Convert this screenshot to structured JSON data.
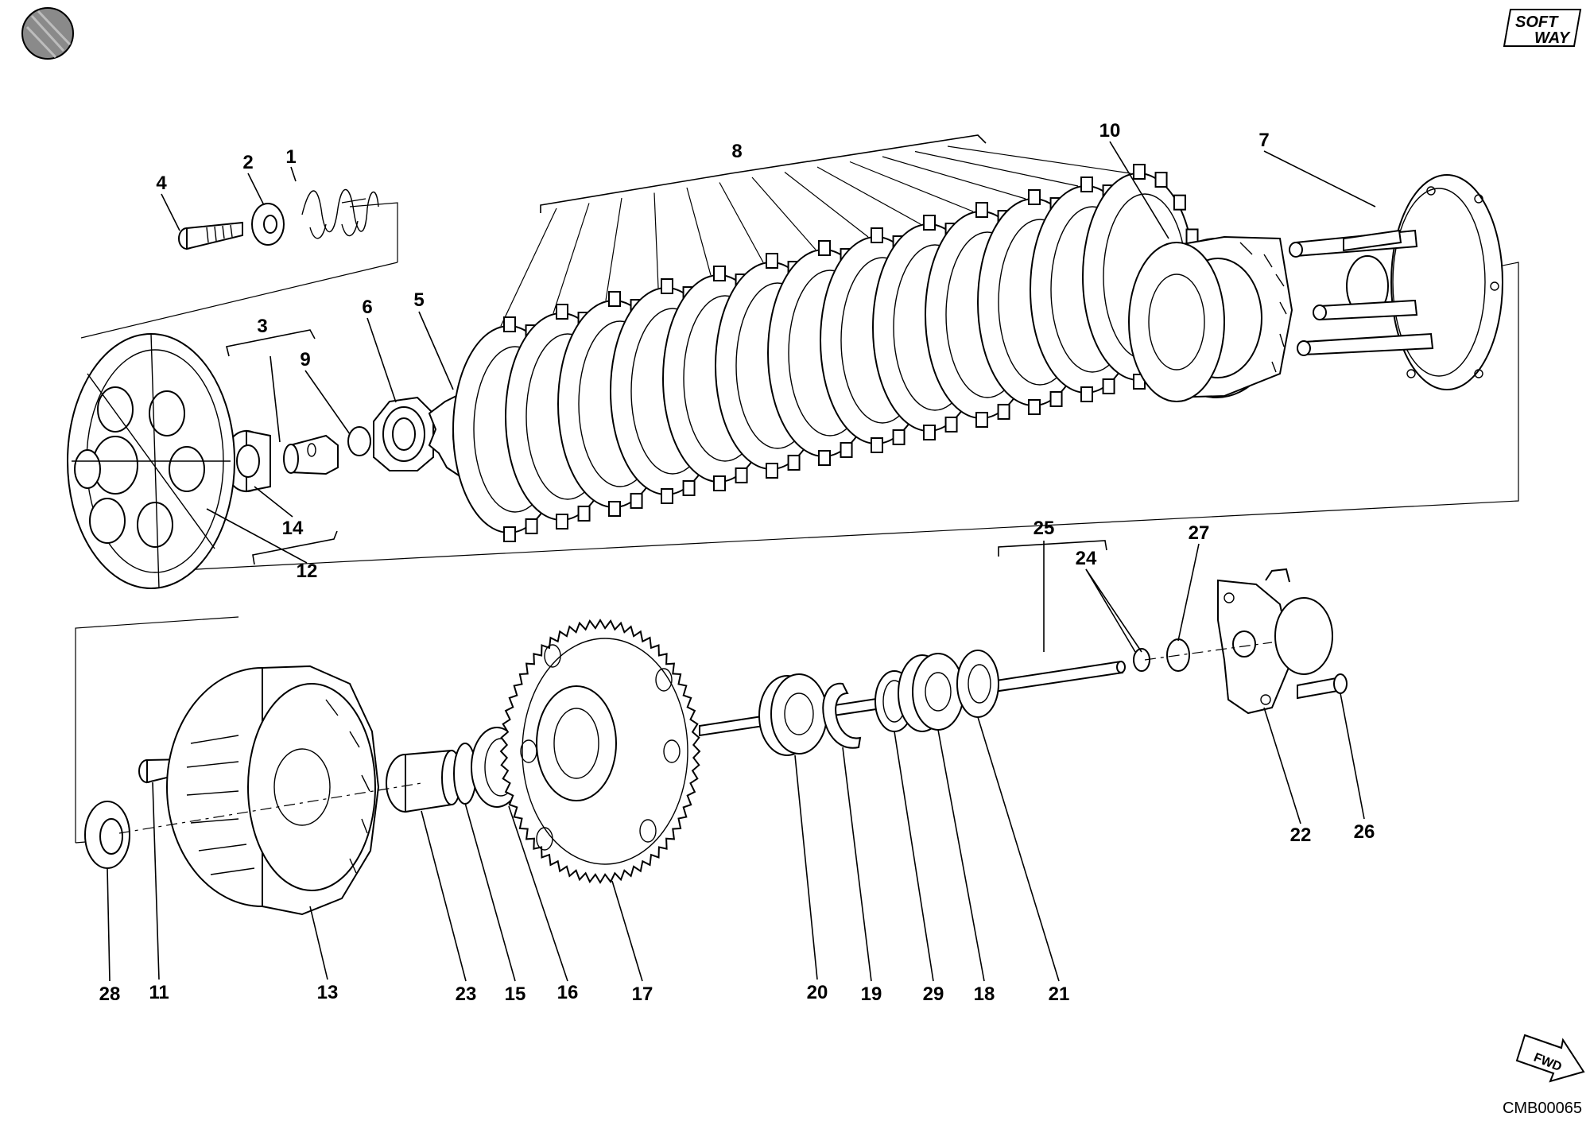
{
  "header": {
    "brand_top": "SOFT",
    "brand_bottom": "WAY"
  },
  "footer": {
    "drawing_code": "CMB00065",
    "direction_label": "FWD"
  },
  "colors": {
    "ink": "#000000",
    "paper": "#ffffff",
    "badge": "#8a8a8a"
  },
  "callouts": [
    {
      "id": "1",
      "text": "1"
    },
    {
      "id": "2",
      "text": "2"
    },
    {
      "id": "3",
      "text": "3"
    },
    {
      "id": "4",
      "text": "4"
    },
    {
      "id": "5",
      "text": "5"
    },
    {
      "id": "6",
      "text": "6"
    },
    {
      "id": "7",
      "text": "7"
    },
    {
      "id": "8",
      "text": "8"
    },
    {
      "id": "9",
      "text": "9"
    },
    {
      "id": "10",
      "text": "10"
    },
    {
      "id": "11",
      "text": "11"
    },
    {
      "id": "12",
      "text": "12"
    },
    {
      "id": "13",
      "text": "13"
    },
    {
      "id": "14",
      "text": "14"
    },
    {
      "id": "15",
      "text": "15"
    },
    {
      "id": "16",
      "text": "16"
    },
    {
      "id": "17",
      "text": "17"
    },
    {
      "id": "18",
      "text": "18"
    },
    {
      "id": "19",
      "text": "19"
    },
    {
      "id": "20",
      "text": "20"
    },
    {
      "id": "21",
      "text": "21"
    },
    {
      "id": "22",
      "text": "22"
    },
    {
      "id": "23",
      "text": "23"
    },
    {
      "id": "24",
      "text": "24"
    },
    {
      "id": "25",
      "text": "25"
    },
    {
      "id": "26",
      "text": "26"
    },
    {
      "id": "27",
      "text": "27"
    },
    {
      "id": "28",
      "text": "28"
    },
    {
      "id": "29",
      "text": "29"
    }
  ]
}
